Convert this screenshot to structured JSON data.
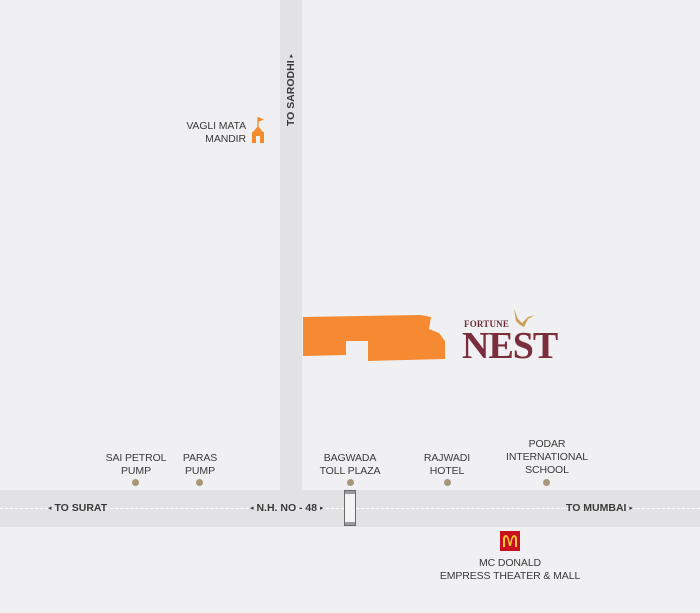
{
  "roads": {
    "vertical": {
      "label": "TO SARODHI",
      "arrow": "▸"
    },
    "highway": {
      "name": "N.H. NO - 48",
      "left_label": "TO SURAT",
      "right_label": "TO MUMBAI",
      "arrow_left": "◂",
      "arrow_right": "▸"
    }
  },
  "landmarks": {
    "temple": {
      "line1": "VAGLI MATA",
      "line2": "MANDIR",
      "icon": "temple-icon",
      "color": "#f28a2e"
    },
    "sai_petrol": {
      "line1": "SAI PETROL",
      "line2": "PUMP"
    },
    "paras": {
      "line1": "PARAS",
      "line2": "PUMP"
    },
    "toll": {
      "line1": "BAGWADA",
      "line2": "TOLL PLAZA"
    },
    "rajwadi": {
      "line1": "RAJWADI",
      "line2": "HOTEL"
    },
    "podar": {
      "line1": "PODAR",
      "line2": "INTERNATIONAL",
      "line3": "SCHOOL"
    },
    "mcdonald": {
      "line1": "MC DONALD",
      "line2": "EMPRESS THEATER & MALL",
      "icon": "mcdonalds-logo-icon",
      "glyph": "m"
    }
  },
  "project": {
    "brand_top": "FORTUNE",
    "brand_main": "NEST",
    "plot_color": "#f58a33",
    "brand_color": "#7a2e3d",
    "bird_color": "#c9a25a"
  },
  "colors": {
    "background": "#f0f0f2",
    "road": "#e2e2e4",
    "marker_dot": "#a8967a"
  }
}
